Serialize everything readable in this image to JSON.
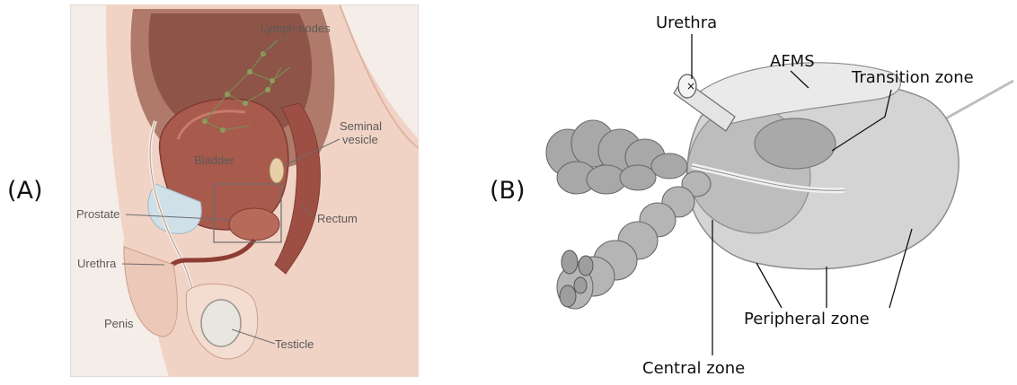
{
  "panels": {
    "a": {
      "letter": "(A)",
      "labels": {
        "lymph_nodes": "Lymph nodes",
        "seminal_1": "Seminal",
        "seminal_2": "vesicle",
        "bladder": "Bladder",
        "prostate": "Prostate",
        "rectum": "Rectum",
        "urethra": "Urethra",
        "penis": "Penis",
        "testicle": "Testicle"
      }
    },
    "b": {
      "letter": "(B)",
      "labels": {
        "urethra": "Urethra",
        "afms": "AFMS",
        "transition_zone": "Transition zone",
        "peripheral_zone": "Peripheral zone",
        "central_zone": "Central zone"
      }
    }
  }
}
